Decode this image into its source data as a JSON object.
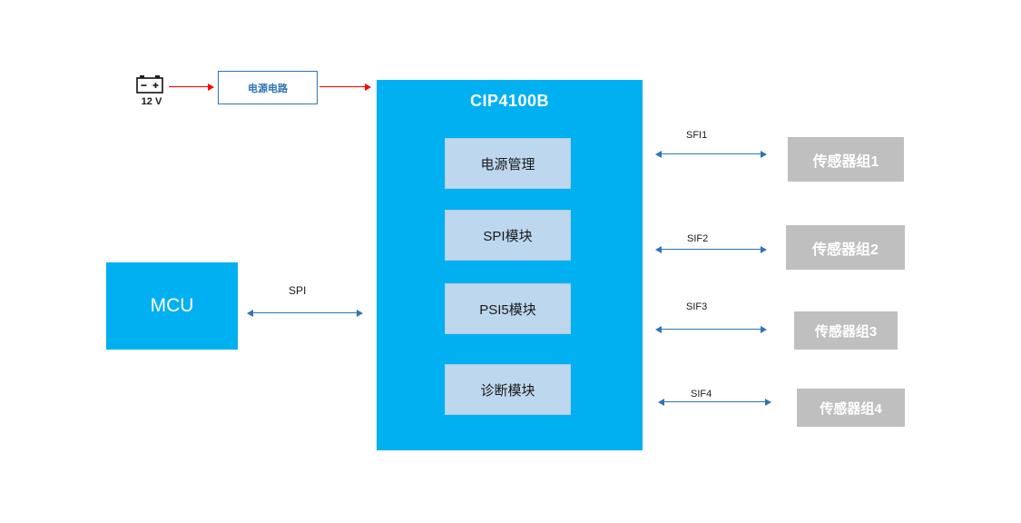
{
  "diagram": {
    "battery": {
      "label": "12 V"
    },
    "power_circuit": {
      "label": "电源电路"
    },
    "chip": {
      "title": "CIP4100B",
      "modules": [
        "电源管理",
        "SPI模块",
        "PSI5模块",
        "诊断模块"
      ]
    },
    "mcu": {
      "label": "MCU"
    },
    "spi_link": {
      "label": "SPI"
    },
    "sensor_links": [
      {
        "label": "SFI1",
        "target": "传感器组1"
      },
      {
        "label": "SIF2",
        "target": "传感器组2"
      },
      {
        "label": "SIF3",
        "target": "传感器组3"
      },
      {
        "label": "SIF4",
        "target": "传感器组4"
      }
    ],
    "colors": {
      "cyan": "#00b0f0",
      "module_fill": "#bdd7ee",
      "sensor_fill": "#bfbfbf",
      "arrow_blue": "#2e75b6",
      "arrow_red": "#ff0000"
    }
  }
}
